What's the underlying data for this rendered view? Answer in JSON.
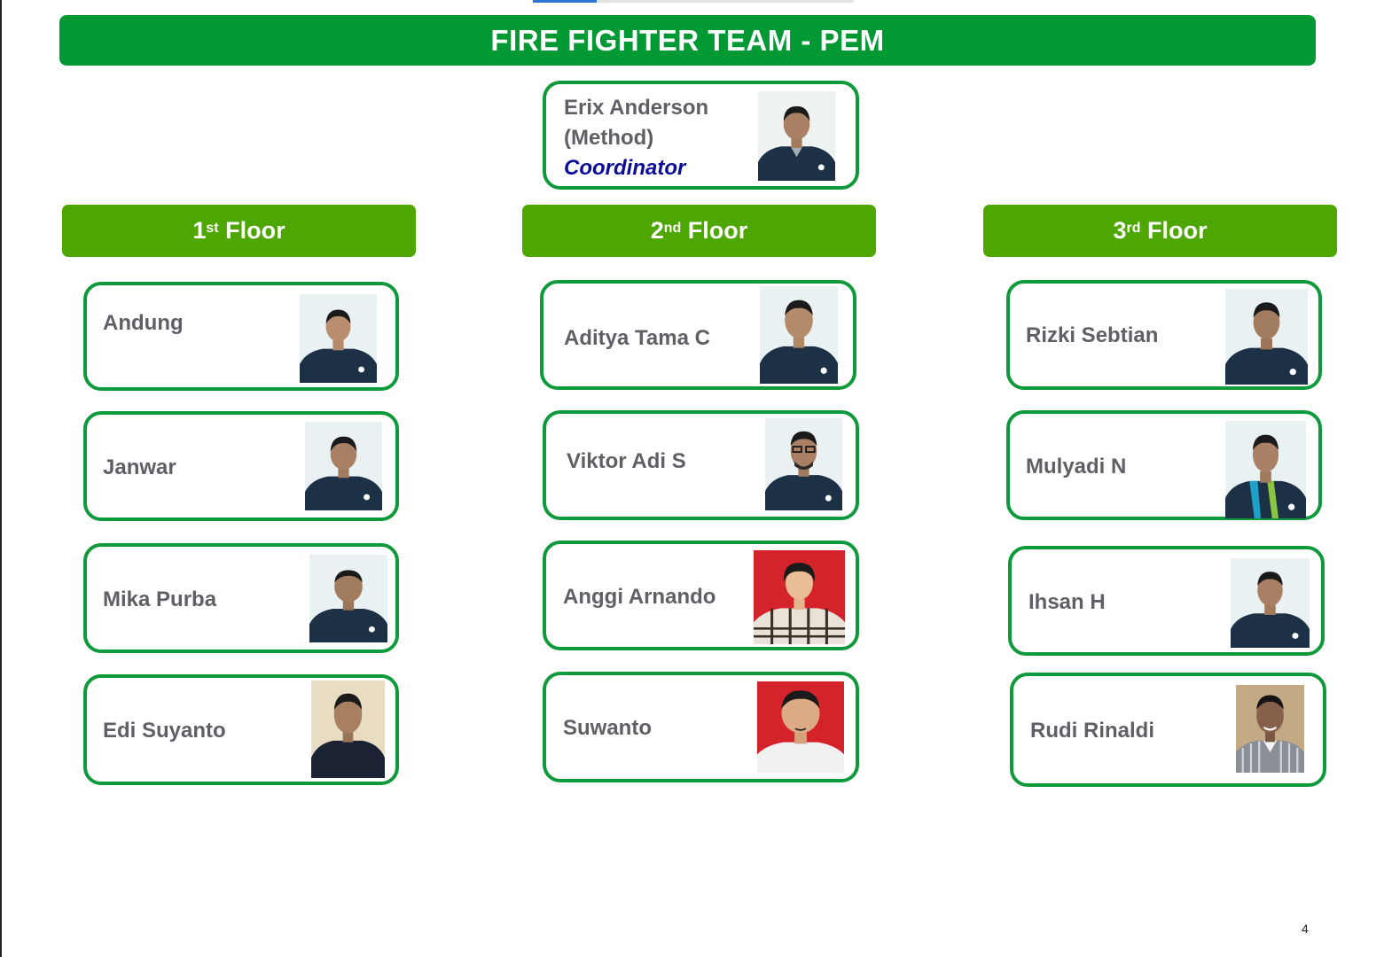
{
  "title": "FIRE FIGHTER TEAM - PEM",
  "colors": {
    "title_bar": "#009933",
    "floor_bar": "#4ea600",
    "card_border": "#0e9a3a",
    "name_text": "#5f5f66",
    "role_text": "#0c0c9a",
    "strip_accent": "#2e75d6"
  },
  "coordinator": {
    "name": "Erix Anderson",
    "dept": "(Method)",
    "role": "Coordinator",
    "photo": "person-photo-icon"
  },
  "floors": [
    {
      "number": "1",
      "suffix": "st",
      "label": "Floor",
      "members": [
        {
          "name": "Andung",
          "photo": "person-photo-icon"
        },
        {
          "name": "Janwar",
          "photo": "person-photo-icon"
        },
        {
          "name": "Mika Purba",
          "photo": "person-photo-icon"
        },
        {
          "name": "Edi Suyanto",
          "photo": "person-photo-icon"
        }
      ]
    },
    {
      "number": "2",
      "suffix": "nd",
      "label": "Floor",
      "members": [
        {
          "name": "Aditya Tama C",
          "photo": "person-photo-icon"
        },
        {
          "name": "Viktor Adi S",
          "photo": "person-photo-icon"
        },
        {
          "name": "Anggi Arnando",
          "photo": "person-photo-icon"
        },
        {
          "name": "Suwanto",
          "photo": "person-photo-icon"
        }
      ]
    },
    {
      "number": "3",
      "suffix": "rd",
      "label": "Floor",
      "members": [
        {
          "name": "Rizki Sebtian",
          "photo": "person-photo-icon"
        },
        {
          "name": "Mulyadi N",
          "photo": "person-photo-icon"
        },
        {
          "name": "Ihsan H",
          "photo": "person-photo-icon"
        },
        {
          "name": "Rudi Rinaldi",
          "photo": "person-photo-icon"
        }
      ]
    }
  ],
  "page_number": "4"
}
